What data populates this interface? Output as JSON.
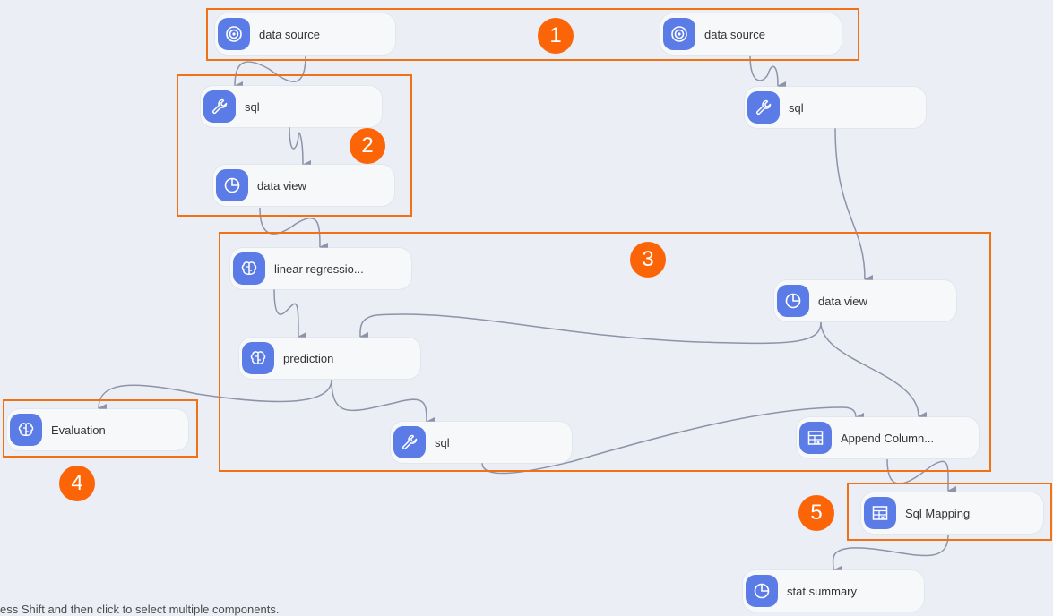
{
  "nodes": {
    "data_source_1": {
      "label": "data source",
      "icon": "target-icon"
    },
    "data_source_2": {
      "label": "data source",
      "icon": "target-icon"
    },
    "sql_1": {
      "label": "sql",
      "icon": "wrench-icon"
    },
    "sql_2": {
      "label": "sql",
      "icon": "wrench-icon"
    },
    "data_view_1": {
      "label": "data view",
      "icon": "pie-chart-icon"
    },
    "data_view_2": {
      "label": "data view",
      "icon": "pie-chart-icon"
    },
    "linear_regression": {
      "label": "linear regressio...",
      "icon": "brain-icon"
    },
    "prediction": {
      "label": "prediction",
      "icon": "brain-icon"
    },
    "evaluation": {
      "label": "Evaluation",
      "icon": "brain-icon"
    },
    "sql_3": {
      "label": "sql",
      "icon": "wrench-icon"
    },
    "append_column": {
      "label": "Append Column...",
      "icon": "table-icon"
    },
    "sql_mapping": {
      "label": "Sql Mapping",
      "icon": "table-icon"
    },
    "stat_summary": {
      "label": "stat summary",
      "icon": "pie-chart-icon"
    }
  },
  "badges": {
    "b1": "1",
    "b2": "2",
    "b3": "3",
    "b4": "4",
    "b5": "5"
  },
  "hint": "ess Shift and then click to select multiple components.",
  "colors": {
    "canvas": "#ebeef5",
    "node": "#f7f8fa",
    "icon_tile": "#5b7ce6",
    "edge": "#8d93a8",
    "highlight_box": "#f07214",
    "badge": "#fb6508"
  }
}
